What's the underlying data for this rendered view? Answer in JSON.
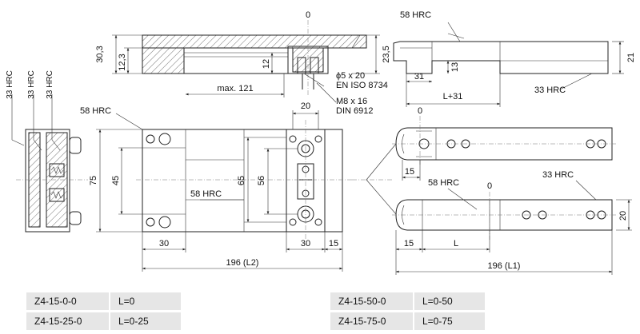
{
  "labels": {
    "zero_top": "0",
    "d30_3": "30,3",
    "d12_3": "12,3",
    "d12": "12",
    "d23_5": "23,5",
    "max121": "max. 121",
    "pin_spec": "ϕ5 x 20",
    "pin_std": "EN ISO 8734",
    "screw_spec": "M8 x 16",
    "screw_std": "DIN 6912",
    "d20_top": "20",
    "hrc58_topright": "58 HRC",
    "d13": "13",
    "d21": "21",
    "d31": "31",
    "l_plus_31": "L+31",
    "hrc33_topright": "33 HRC",
    "hrc33_a": "33 HRC",
    "hrc33_b": "33 HRC",
    "hrc33_c": "33 HRC",
    "hrc58_plan": "58 HRC",
    "d75": "75",
    "d45": "45",
    "hrc58_mid": "58 HRC",
    "d65": "65",
    "d56": "56",
    "d30_a": "30",
    "d30_b": "30",
    "d15_plan": "15",
    "l2": "196 (L2)",
    "zero_r1": "0",
    "d15_r1": "15",
    "hrc58_r2": "58 HRC",
    "zero_r2": "0",
    "hrc33_r2": "33 HRC",
    "d20_r2": "20",
    "d15_r2": "15",
    "l_r2": "L",
    "l1": "196 (L1)"
  },
  "table": {
    "rows": [
      {
        "model": "Z4-15-0-0",
        "range": "L=0"
      },
      {
        "model": "Z4-15-25-0",
        "range": "L=0-25"
      },
      {
        "model": "Z4-15-50-0",
        "range": "L=0-50"
      },
      {
        "model": "Z4-15-75-0",
        "range": "L=0-75"
      }
    ]
  }
}
